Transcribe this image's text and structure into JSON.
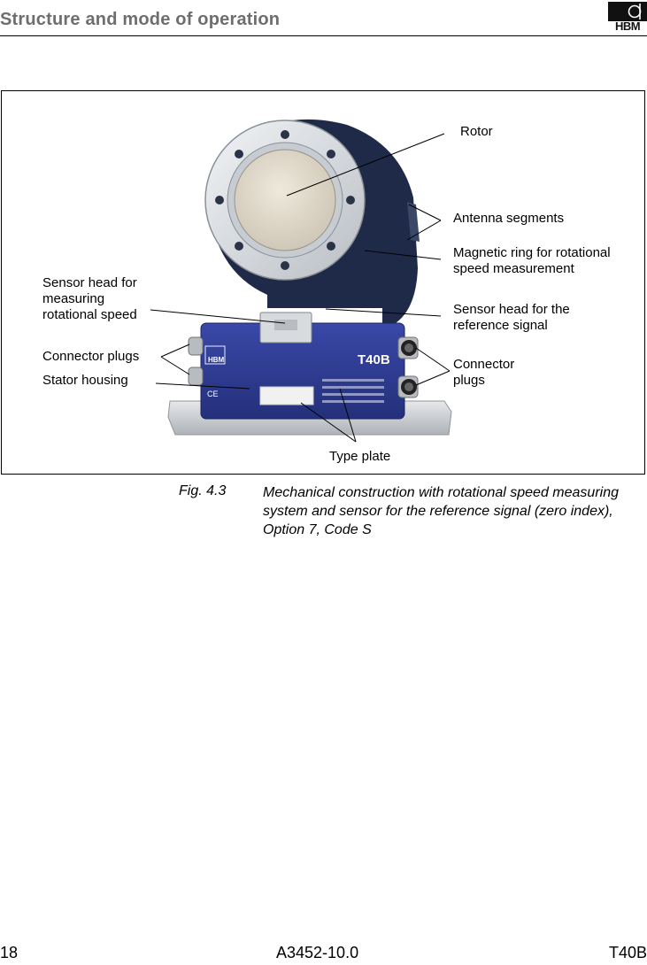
{
  "header": {
    "section_title": "Structure and mode of operation",
    "logo_text": "HBM"
  },
  "figure": {
    "labels": {
      "rotor": "Rotor",
      "antenna_segments": "Antenna segments",
      "magnetic_ring": "Magnetic ring for rotational speed measurement",
      "sensor_head_speed": "Sensor head for measuring rotational speed",
      "sensor_head_reference": "Sensor head for the reference signal",
      "connector_plugs_left": "Connector plugs",
      "stator_housing": "Stator housing",
      "connector_plugs_right": "Connector plugs",
      "type_plate": "Type plate"
    },
    "device_marking": "T40B",
    "device_brand": "HBM",
    "device_ce": "CE"
  },
  "caption": {
    "number": "Fig. 4.3",
    "text": "Mechanical construction with rotational speed measuring system and sensor for the reference signal (zero index), Option 7, Code S"
  },
  "footer": {
    "page_number": "18",
    "doc_number": "A3452-10.0",
    "product": "T40B"
  }
}
